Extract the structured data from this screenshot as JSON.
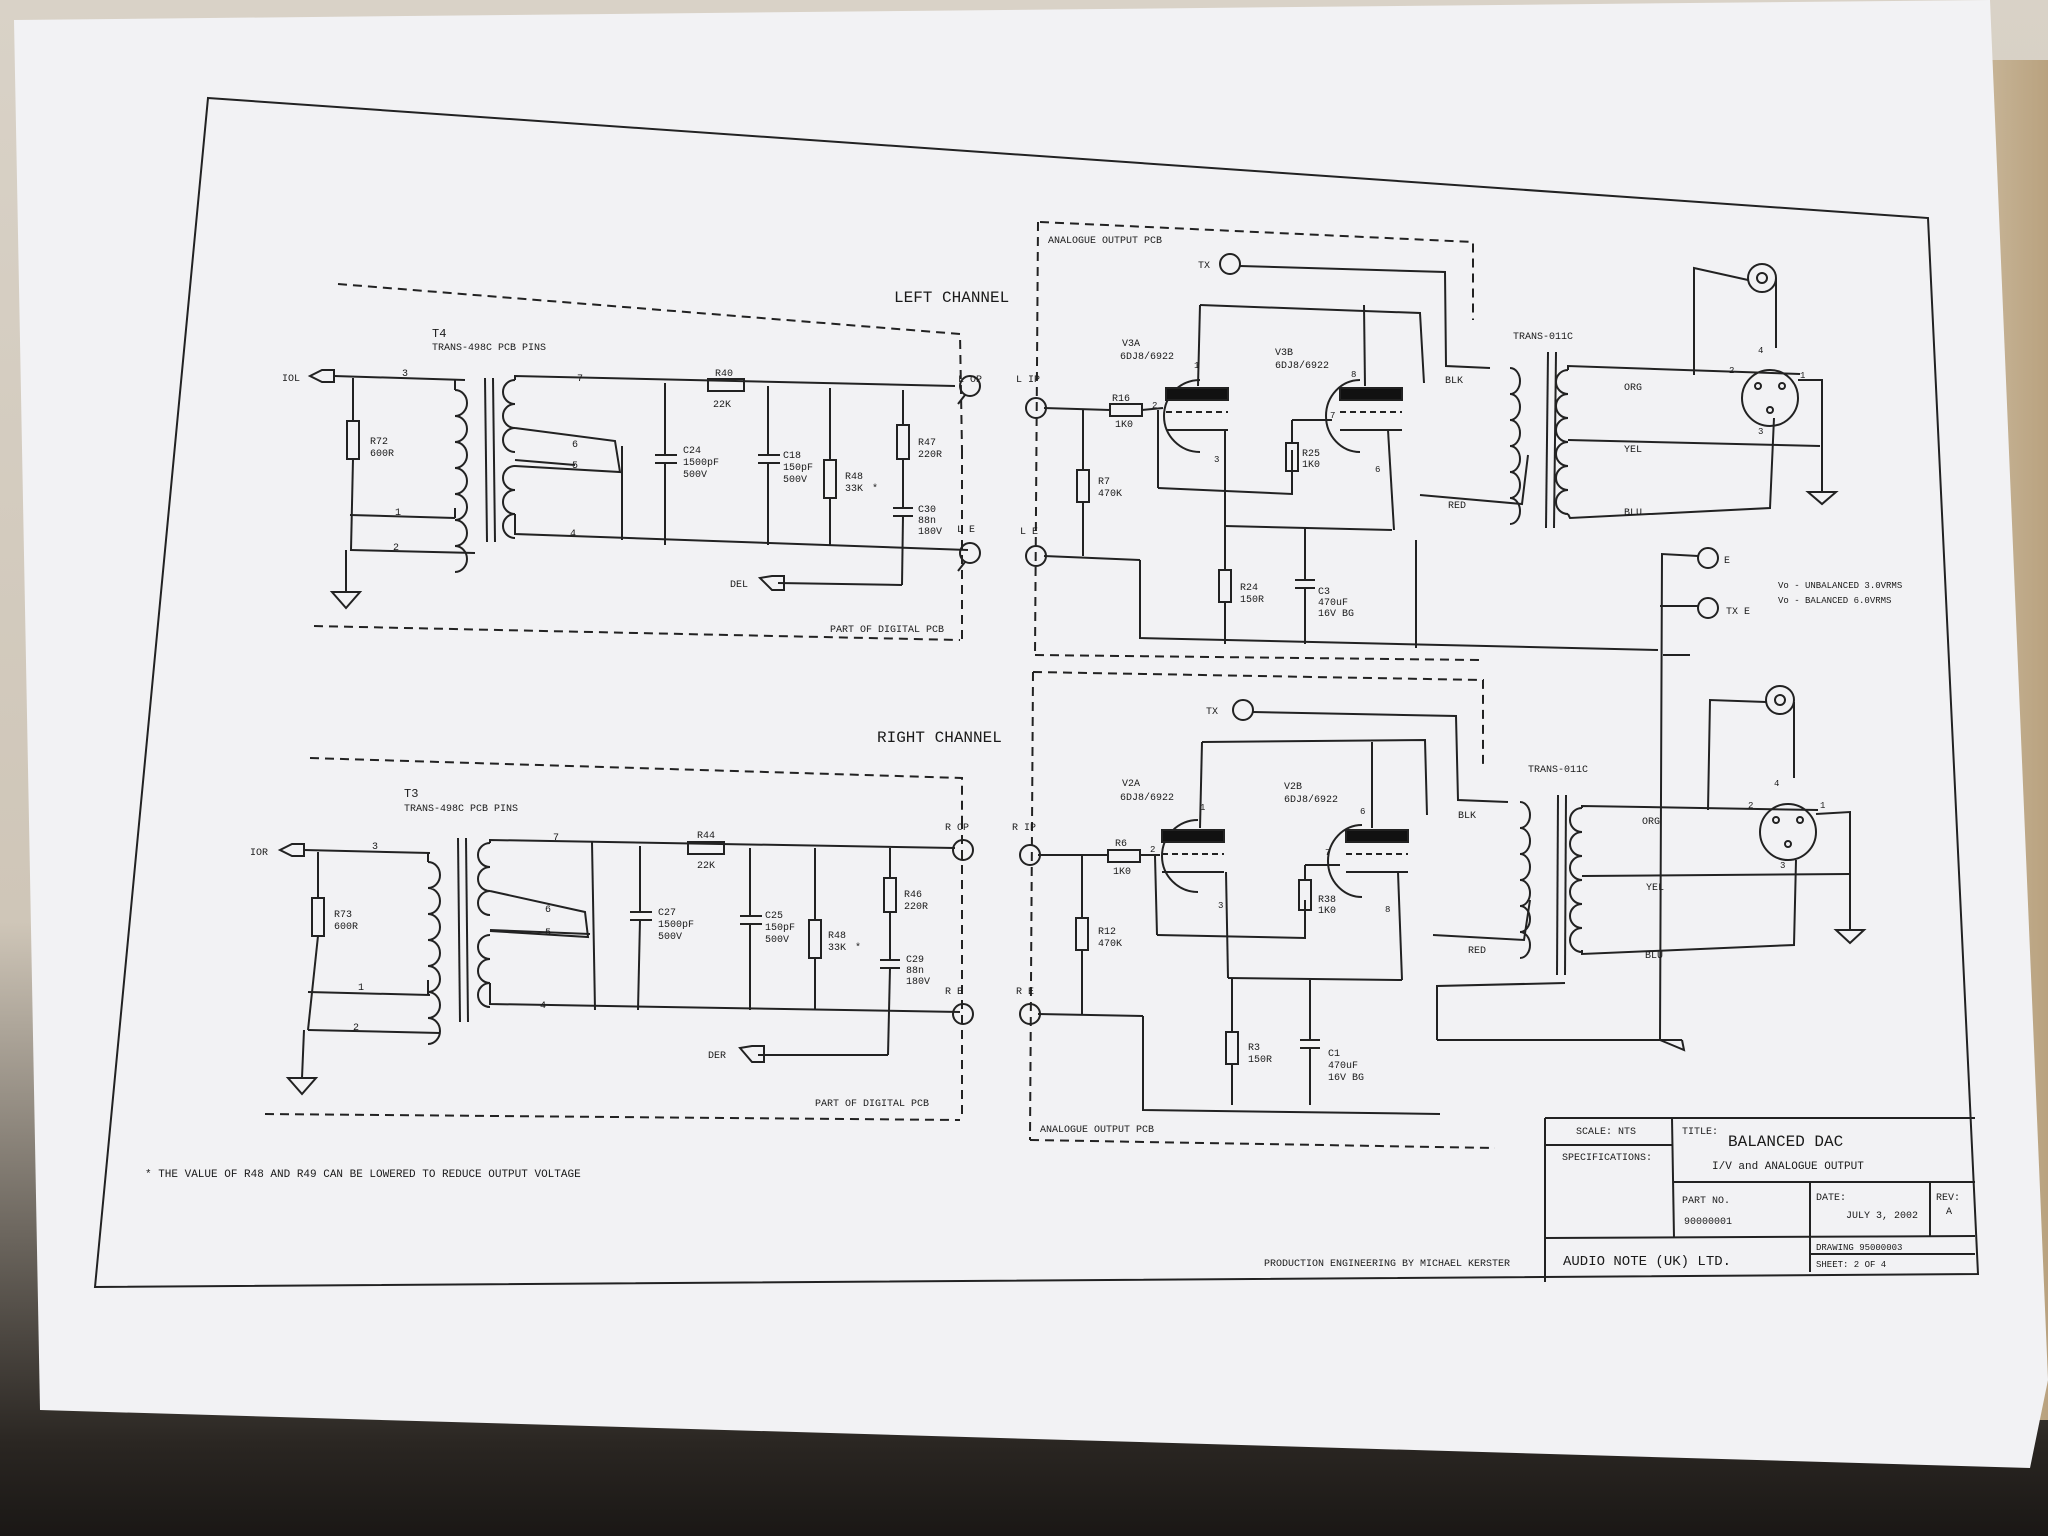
{
  "left_channel": {
    "heading": "LEFT CHANNEL",
    "transformer_in": {
      "ref": "T4",
      "part": "TRANS-498C PCB PINS"
    },
    "input_label": "IOL",
    "r_shunt": {
      "ref": "R72",
      "value": "600R"
    },
    "pins": [
      "3",
      "1",
      "2",
      "7",
      "6",
      "5",
      "4"
    ],
    "r_series": {
      "ref": "R40",
      "value": "22K"
    },
    "c_a": {
      "ref": "C24",
      "value": "1500pF",
      "rating": "500V"
    },
    "c_b": {
      "ref": "C18",
      "value": "150pF",
      "rating": "500V"
    },
    "r_load": {
      "ref": "R48",
      "value": "33K",
      "mark": "*"
    },
    "r_out": {
      "ref": "R47",
      "value": "220R"
    },
    "c_out": {
      "ref": "C30",
      "value": "88n",
      "rating": "180V"
    },
    "out_label": "L OP",
    "earth_label": "L E",
    "del_label": "DEL",
    "pcb_note": "PART OF DIGITAL PCB"
  },
  "left_analogue": {
    "pcb_note": "ANALOGUE OUTPUT PCB",
    "in_label": "L IP",
    "earth_label": "L E",
    "tx_label": "TX",
    "r16": {
      "ref": "R16",
      "value": "1K0"
    },
    "r7": {
      "ref": "R7",
      "value": "470K"
    },
    "v3a": {
      "ref": "V3A",
      "part": "6DJ8/6922"
    },
    "v3b": {
      "ref": "V3B",
      "part": "6DJ8/6922"
    },
    "r25": {
      "ref": "R25",
      "value": "1K0"
    },
    "r24": {
      "ref": "R24",
      "value": "150R"
    },
    "c3": {
      "ref": "C3",
      "value": "470uF",
      "rating": "16V BG"
    },
    "trans": "TRANS-011C",
    "wires": [
      "BLK",
      "RED",
      "ORG",
      "YEL",
      "BLU"
    ],
    "xlr_pins": [
      "4",
      "2",
      "1",
      "3"
    ],
    "tube_pins": [
      "1",
      "2",
      "3",
      "8",
      "7",
      "6"
    ]
  },
  "right_channel": {
    "heading": "RIGHT CHANNEL",
    "transformer_in": {
      "ref": "T3",
      "part": "TRANS-498C PCB PINS"
    },
    "input_label": "IOR",
    "r_shunt": {
      "ref": "R73",
      "value": "600R"
    },
    "pins": [
      "3",
      "1",
      "2",
      "7",
      "6",
      "5",
      "4"
    ],
    "r_series": {
      "ref": "R44",
      "value": "22K"
    },
    "c_a": {
      "ref": "C27",
      "value": "1500pF",
      "rating": "500V"
    },
    "c_b": {
      "ref": "C25",
      "value": "150pF",
      "rating": "500V"
    },
    "r_load": {
      "ref": "R48",
      "value": "33K",
      "mark": "*"
    },
    "r_out": {
      "ref": "R46",
      "value": "220R"
    },
    "c_out": {
      "ref": "C29",
      "value": "88n",
      "rating": "180V"
    },
    "out_label": "R OP",
    "earth_label": "R E",
    "der_label": "DER",
    "pcb_note": "PART OF DIGITAL PCB"
  },
  "right_analogue": {
    "pcb_note": "ANALOGUE OUTPUT PCB",
    "in_label": "R IP",
    "earth_label": "R E",
    "tx_label": "TX",
    "r6": {
      "ref": "R6",
      "value": "1K0"
    },
    "r12": {
      "ref": "R12",
      "value": "470K"
    },
    "v2a": {
      "ref": "V2A",
      "part": "6DJ8/6922"
    },
    "v2b": {
      "ref": "V2B",
      "part": "6DJ8/6922"
    },
    "r38": {
      "ref": "R38",
      "value": "1K0"
    },
    "r3": {
      "ref": "R3",
      "value": "150R"
    },
    "c1": {
      "ref": "C1",
      "value": "470uF",
      "rating": "16V BG"
    },
    "trans": "TRANS-011C",
    "wires": [
      "BLK",
      "RED",
      "ORG",
      "YEL",
      "BLU"
    ],
    "xlr_pins": [
      "4",
      "2",
      "1",
      "3"
    ],
    "tube_pins": [
      "1",
      "2",
      "3",
      "6",
      "7",
      "8"
    ]
  },
  "earth_terminals": {
    "e": "E",
    "tx_e": "TX E"
  },
  "voltage_notes": [
    "Vo - UNBALANCED 3.0VRMS",
    "Vo - BALANCED 6.0VRMS"
  ],
  "footnote": "* THE VALUE OF R48 AND R49 CAN BE LOWERED TO REDUCE OUTPUT VOLTAGE",
  "production_credit": "PRODUCTION ENGINEERING BY MICHAEL KERSTER",
  "title_block": {
    "scale": "SCALE: NTS",
    "specifications": "SPECIFICATIONS:",
    "title_label": "TITLE:",
    "title": "BALANCED DAC",
    "subtitle": "I/V and ANALOGUE OUTPUT",
    "part_no_label": "PART NO.",
    "part_no": "90000001",
    "date_label": "DATE:",
    "date": "JULY 3, 2002",
    "rev_label": "REV:",
    "rev": "A",
    "company": "AUDIO NOTE (UK) LTD.",
    "drawing": "DRAWING 95000003",
    "sheet": "SHEET: 2 OF 4"
  }
}
